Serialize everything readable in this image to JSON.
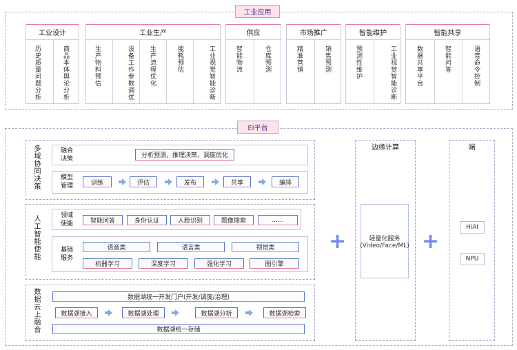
{
  "industry": {
    "tag": "工业应用",
    "groups": [
      {
        "title": "工业设计",
        "items": [
          "历史质量问题分析",
          "商品本体舆论分析"
        ]
      },
      {
        "title": "工业生产",
        "items": [
          "生产物料预估",
          "设备工作参数调优",
          "生产流程优化",
          "能耗预估",
          "工业视觉智能诊断"
        ]
      },
      {
        "title": "供应",
        "items": [
          "智能物流",
          "仓库预测"
        ]
      },
      {
        "title": "市场推广",
        "items": [
          "精准营销",
          "销售预测"
        ]
      },
      {
        "title": "智能维护",
        "items": [
          "预测性维护",
          "工业视觉智能诊断"
        ]
      },
      {
        "title": "智能共享",
        "items": [
          "数据共享平台",
          "智能问答",
          "语音命令控制"
        ]
      }
    ]
  },
  "ei": {
    "tag": "EI平台",
    "multi_domain": {
      "label": "多域协同决策",
      "fusion_label": "融合决策",
      "fusion_text": "分析预测，推理决策，调度优化",
      "model_label": "模型管理",
      "model_steps": [
        "训练",
        "评估",
        "发布",
        "共享",
        "编排"
      ]
    },
    "ai": {
      "label": "人工智能使能",
      "domain_label": "领域使能",
      "domain_items": [
        "智能问答",
        "身份认证",
        "人脸识别",
        "图像搜索",
        "......"
      ],
      "basic_label": "基础服务",
      "basic_row1": [
        "语音类",
        "语言类",
        "视觉类"
      ],
      "basic_row2": [
        "机器学习",
        "深度学习",
        "强化学习",
        "图引擎"
      ]
    },
    "lake": {
      "label": "数据云上融合",
      "portal": "数据湖统一开发门户(开发/调度/治理)",
      "steps": [
        "数据湖接入",
        "数据湖处理",
        "数据湖分析",
        "数据湖检索"
      ],
      "storage": "数据湖统一存储"
    },
    "edge": {
      "title": "边缘计算",
      "service": "轻量化服务(Video/Face/ML)"
    },
    "device": {
      "title": "端",
      "items": [
        "HiAI",
        "NPU"
      ]
    },
    "plus_sign": "+"
  }
}
